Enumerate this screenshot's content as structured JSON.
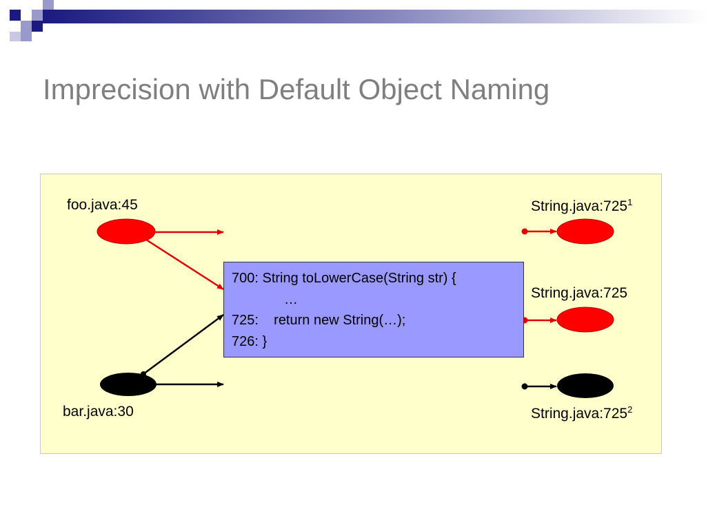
{
  "slide": {
    "title": "Imprecision with Default Object Naming"
  },
  "colors": {
    "panel_bg": "#ffffcc",
    "code_bg": "#9999ff",
    "red_node": "#ff0000",
    "red_edge": "#e00000",
    "black_node": "#000000",
    "title_text": "#7f7f7f",
    "header_navy": "#1a1a80",
    "header_light": "#9999cc"
  },
  "diagram": {
    "labels": {
      "foo": "foo.java:45",
      "bar": "bar.java:30",
      "string1": "String.java:725",
      "string1_sup": "1",
      "string_mid": "String.java:725",
      "string2": "String.java:725",
      "string2_sup": "2"
    },
    "code": {
      "line1": "700: String toLowerCase(String str) {",
      "line2": "…",
      "line3": "725:    return new String(…);",
      "line4": "726: }"
    }
  }
}
